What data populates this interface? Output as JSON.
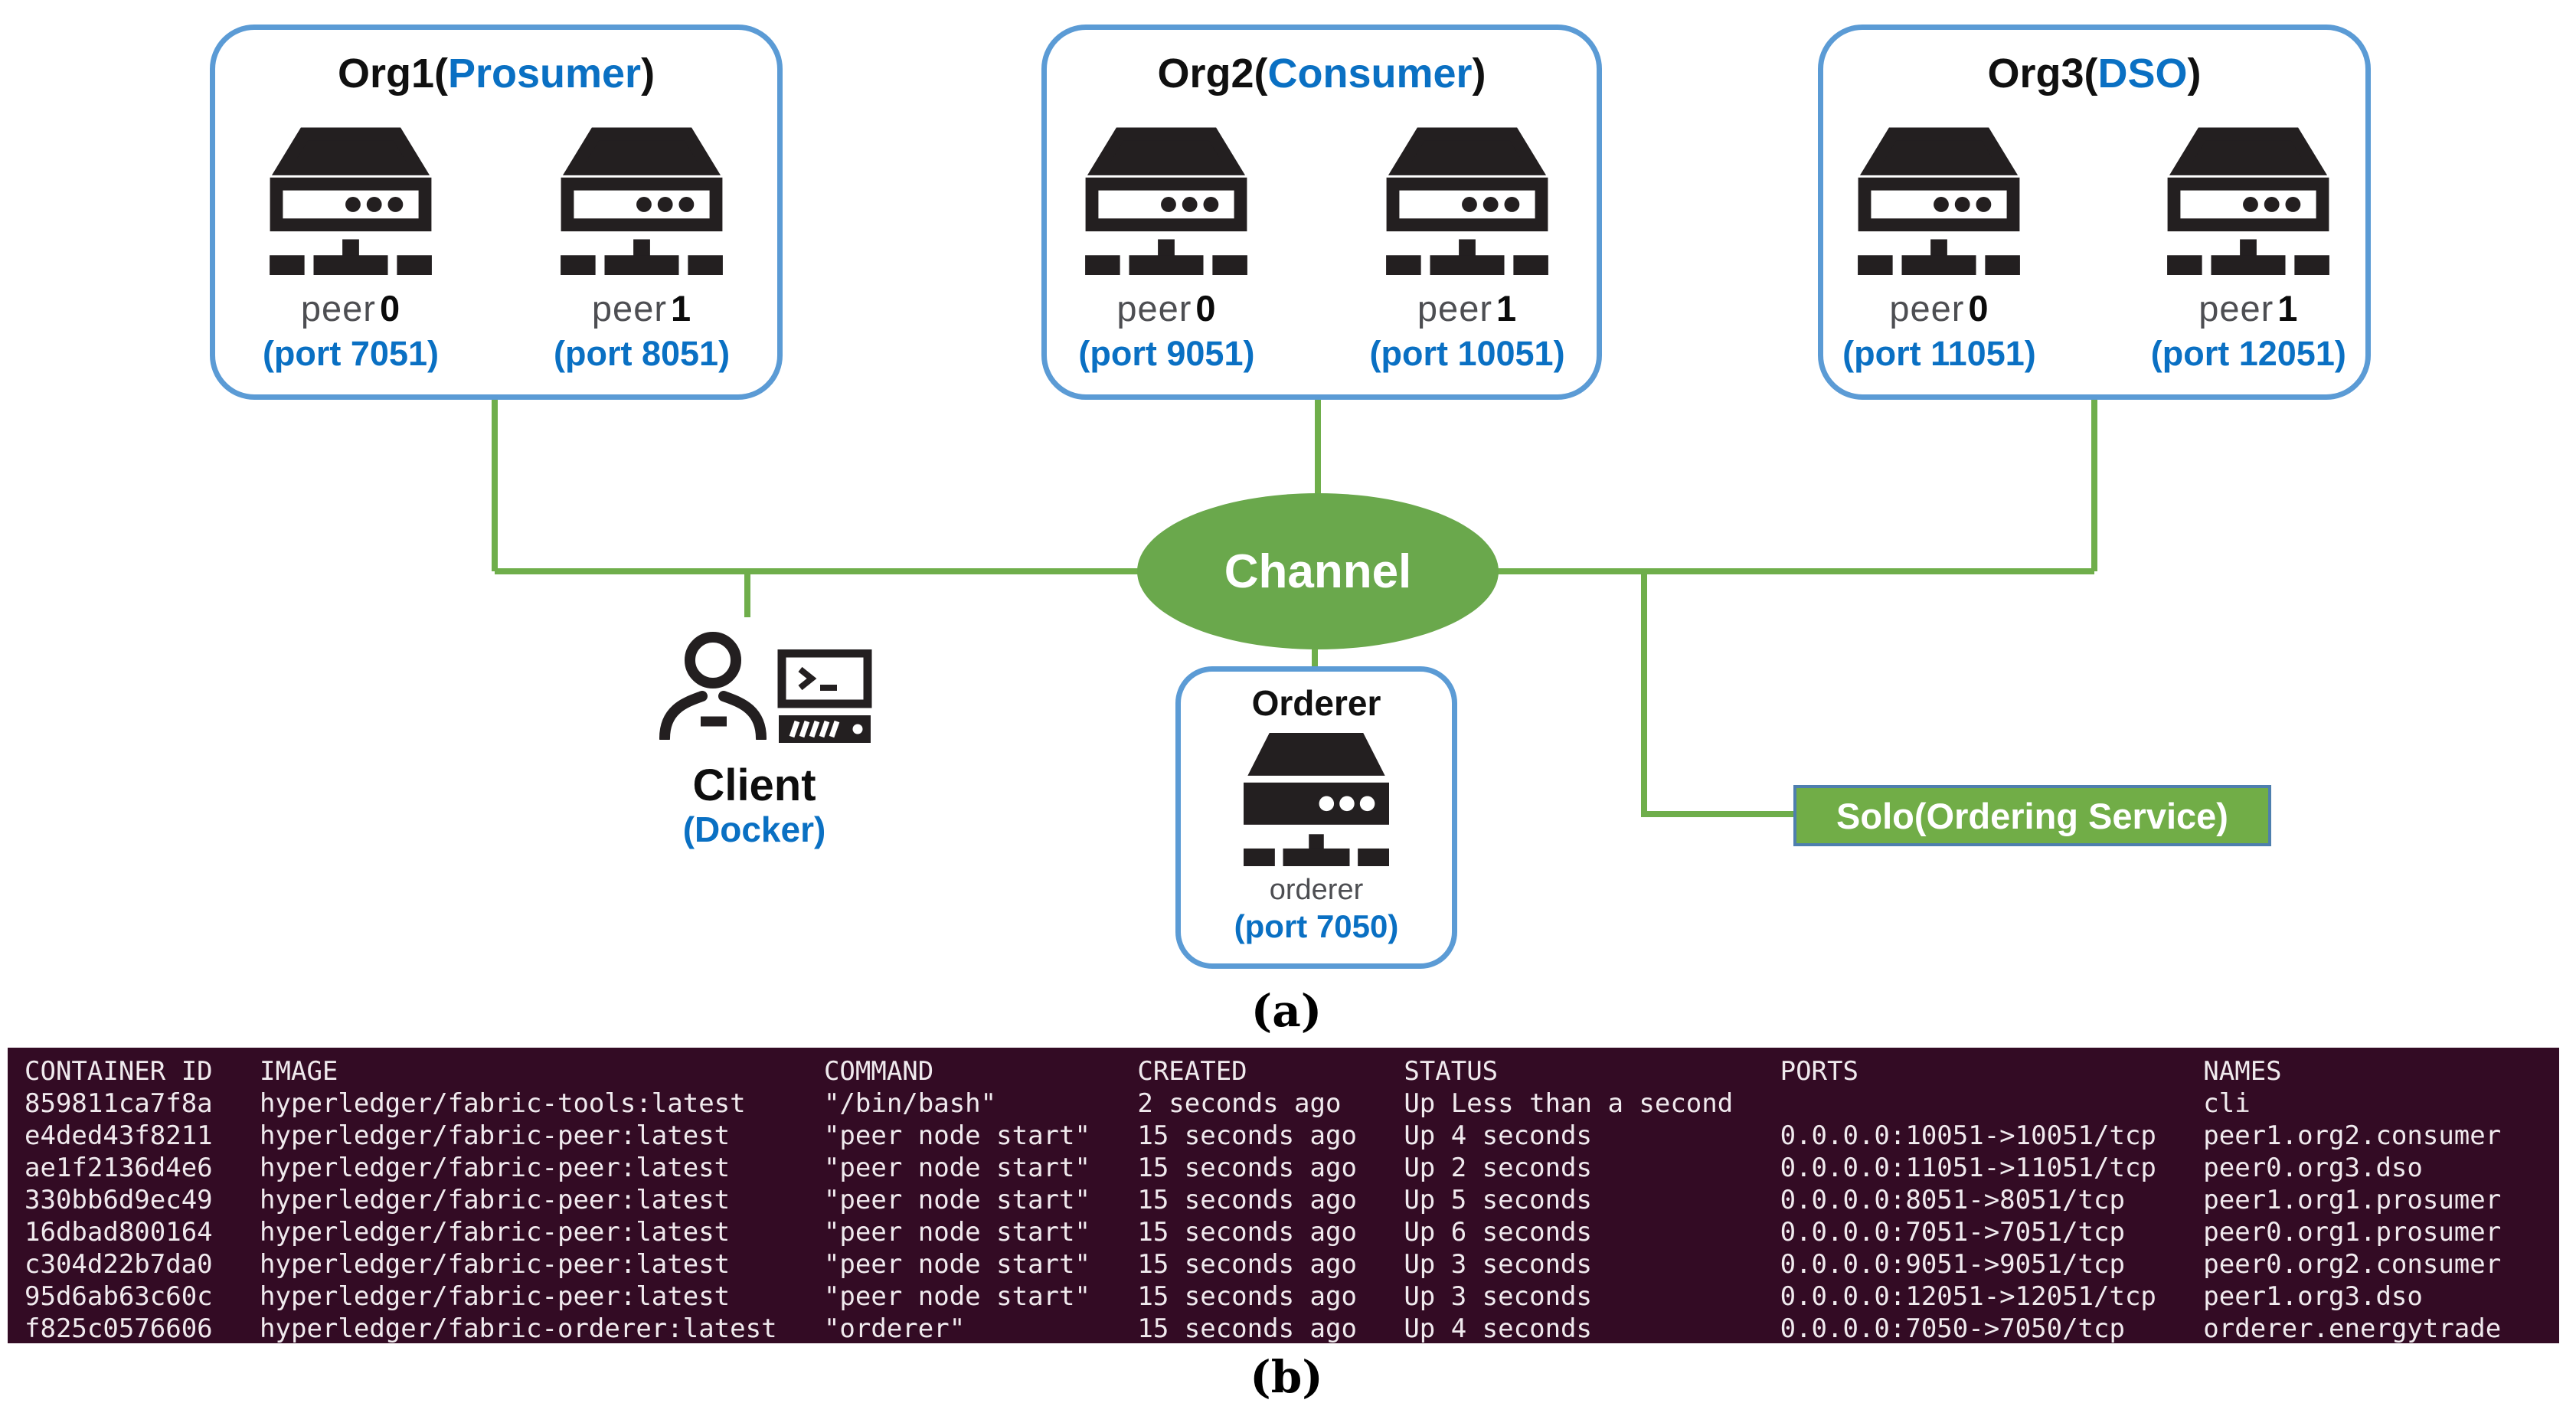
{
  "figure": {
    "panel_a_label": "(a)",
    "panel_b_label": "(b)"
  },
  "diagram": {
    "channel_label": "Channel",
    "solo_label": "Solo(Ordering Service)",
    "client": {
      "label": "Client",
      "sub": "(Docker)"
    },
    "orderer": {
      "title": "Orderer",
      "label": "orderer",
      "port": "(port 7050)"
    },
    "orgs": [
      {
        "name_prefix": "Org1(",
        "role": "Prosumer",
        "name_suffix": ")",
        "peers": [
          {
            "label": "peer",
            "num": "0",
            "port": "(port 7051)"
          },
          {
            "label": "peer",
            "num": "1",
            "port": "(port 8051)"
          }
        ]
      },
      {
        "name_prefix": "Org2(",
        "role": "Consumer",
        "name_suffix": ")",
        "peers": [
          {
            "label": "peer",
            "num": "0",
            "port": "(port 9051)"
          },
          {
            "label": "peer",
            "num": "1",
            "port": "(port 10051)"
          }
        ]
      },
      {
        "name_prefix": "Org3(",
        "role": "DSO",
        "name_suffix": ")",
        "peers": [
          {
            "label": "peer",
            "num": "0",
            "port": "(port 11051)"
          },
          {
            "label": "peer",
            "num": "1",
            "port": "(port 12051)"
          }
        ]
      }
    ],
    "colors": {
      "line_green": "#6fae4b",
      "channel_green": "#6aa84c",
      "solo_green": "#71ad47",
      "box_border_blue": "#5b9bd5",
      "text_blue": "#0a70c3",
      "icon_black": "#231f20",
      "terminal_bg": "#330b24"
    }
  },
  "terminal": {
    "columns": [
      "CONTAINER ID",
      "IMAGE",
      "COMMAND",
      "CREATED",
      "STATUS",
      "PORTS",
      "NAMES"
    ],
    "rows": [
      [
        "859811ca7f8a",
        "hyperledger/fabric-tools:latest",
        "\"/bin/bash\"",
        "2 seconds ago",
        "Up Less than a second",
        "",
        "cli"
      ],
      [
        "e4ded43f8211",
        "hyperledger/fabric-peer:latest",
        "\"peer node start\"",
        "15 seconds ago",
        "Up 4 seconds",
        "0.0.0.0:10051->10051/tcp",
        "peer1.org2.consumer"
      ],
      [
        "ae1f2136d4e6",
        "hyperledger/fabric-peer:latest",
        "\"peer node start\"",
        "15 seconds ago",
        "Up 2 seconds",
        "0.0.0.0:11051->11051/tcp",
        "peer0.org3.dso"
      ],
      [
        "330bb6d9ec49",
        "hyperledger/fabric-peer:latest",
        "\"peer node start\"",
        "15 seconds ago",
        "Up 5 seconds",
        "0.0.0.0:8051->8051/tcp",
        "peer1.org1.prosumer"
      ],
      [
        "16dbad800164",
        "hyperledger/fabric-peer:latest",
        "\"peer node start\"",
        "15 seconds ago",
        "Up 6 seconds",
        "0.0.0.0:7051->7051/tcp",
        "peer0.org1.prosumer"
      ],
      [
        "c304d22b7da0",
        "hyperledger/fabric-peer:latest",
        "\"peer node start\"",
        "15 seconds ago",
        "Up 3 seconds",
        "0.0.0.0:9051->9051/tcp",
        "peer0.org2.consumer"
      ],
      [
        "95d6ab63c60c",
        "hyperledger/fabric-peer:latest",
        "\"peer node start\"",
        "15 seconds ago",
        "Up 3 seconds",
        "0.0.0.0:12051->12051/tcp",
        "peer1.org3.dso"
      ],
      [
        "f825c0576606",
        "hyperledger/fabric-orderer:latest",
        "\"orderer\"",
        "15 seconds ago",
        "Up 4 seconds",
        "0.0.0.0:7050->7050/tcp",
        "orderer.energytrade"
      ]
    ]
  }
}
